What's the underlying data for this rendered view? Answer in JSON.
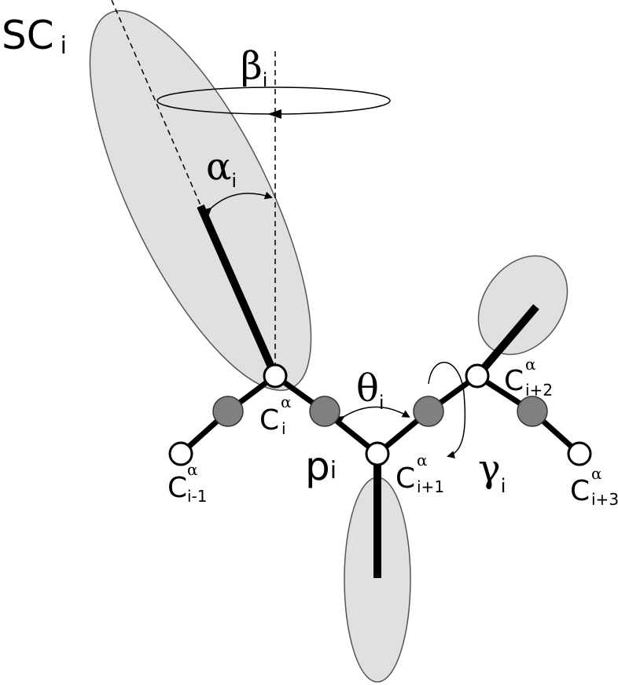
{
  "labels": {
    "side_chain": {
      "main": "SC",
      "sub": "i"
    },
    "beta": {
      "main": "β",
      "sub": "i"
    },
    "alpha": {
      "main": "α",
      "sub": "i"
    },
    "theta": {
      "main": "θ",
      "sub": "i"
    },
    "gamma": {
      "main": "γ",
      "sub": "i"
    },
    "peptide": {
      "main": "p",
      "sub": "i"
    },
    "ca_i_minus_1": {
      "main": "C",
      "sup": "α",
      "sub": "i-1"
    },
    "ca_i": {
      "main": "C",
      "sup": "α",
      "sub": "i"
    },
    "ca_i_plus_1": {
      "main": "C",
      "sup": "α",
      "sub": "i+1"
    },
    "ca_i_plus_2": {
      "main": "C",
      "sup": "α",
      "sub": "i+2"
    },
    "ca_i_plus_3": {
      "main": "C",
      "sup": "α",
      "sub": "i+3"
    }
  },
  "colors": {
    "ellipse_fill": "#e0e0e0",
    "ellipse_stroke": "#555555",
    "peptide_atom": "#808080",
    "calpha_atom": "#ffffff",
    "bond": "#000000"
  }
}
